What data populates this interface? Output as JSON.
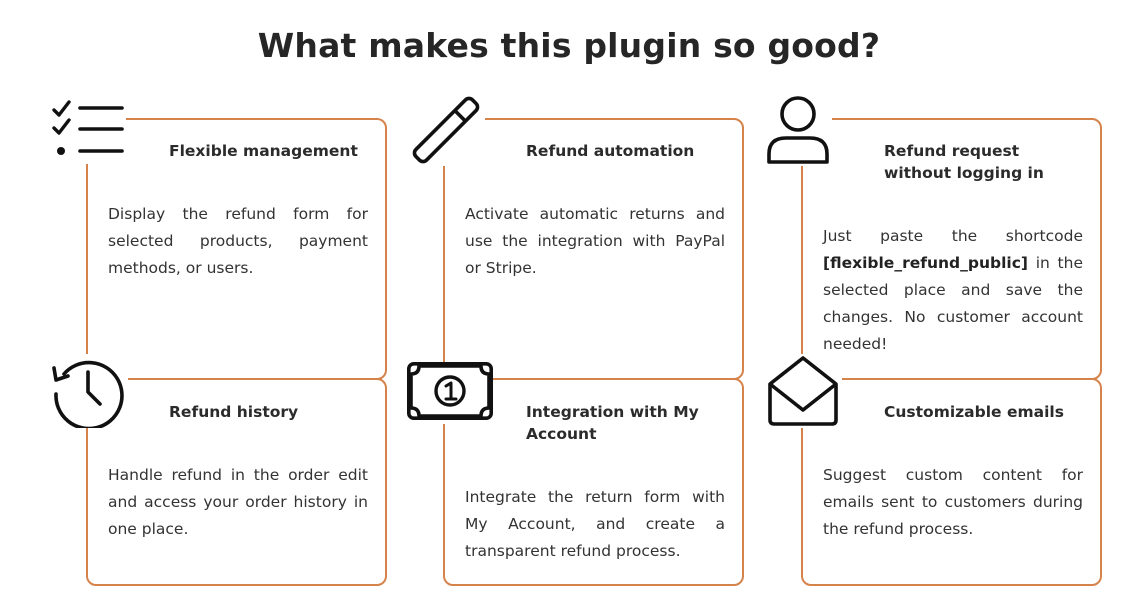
{
  "title": "What makes this plugin so good?",
  "accent_color": "#d5834a",
  "features": [
    {
      "icon": "checklist-icon",
      "title": "Flexible management",
      "text": "Display the refund form for selected products, payment methods, or users."
    },
    {
      "icon": "pen-icon",
      "title": "Refund automation",
      "text": "Activate automatic returns and use the integration with PayPal or Stripe."
    },
    {
      "icon": "user-icon",
      "title": "Refund request without logging in",
      "text_before": "Just paste the shortcode",
      "shortcode": "[flexible_refund_public]",
      "text_after": "in the selected place and save the changes. No customer account needed!"
    },
    {
      "icon": "history-icon",
      "title": "Refund history",
      "text": "Handle refund in the order edit and access your order history in one place."
    },
    {
      "icon": "money-icon",
      "title": "Integration with My Account",
      "text": "Integrate the return form with My Account, and create a transparent refund process."
    },
    {
      "icon": "envelope-icon",
      "title": "Customizable emails",
      "text": "Suggest custom content for emails sent to customers during the refund process."
    }
  ]
}
